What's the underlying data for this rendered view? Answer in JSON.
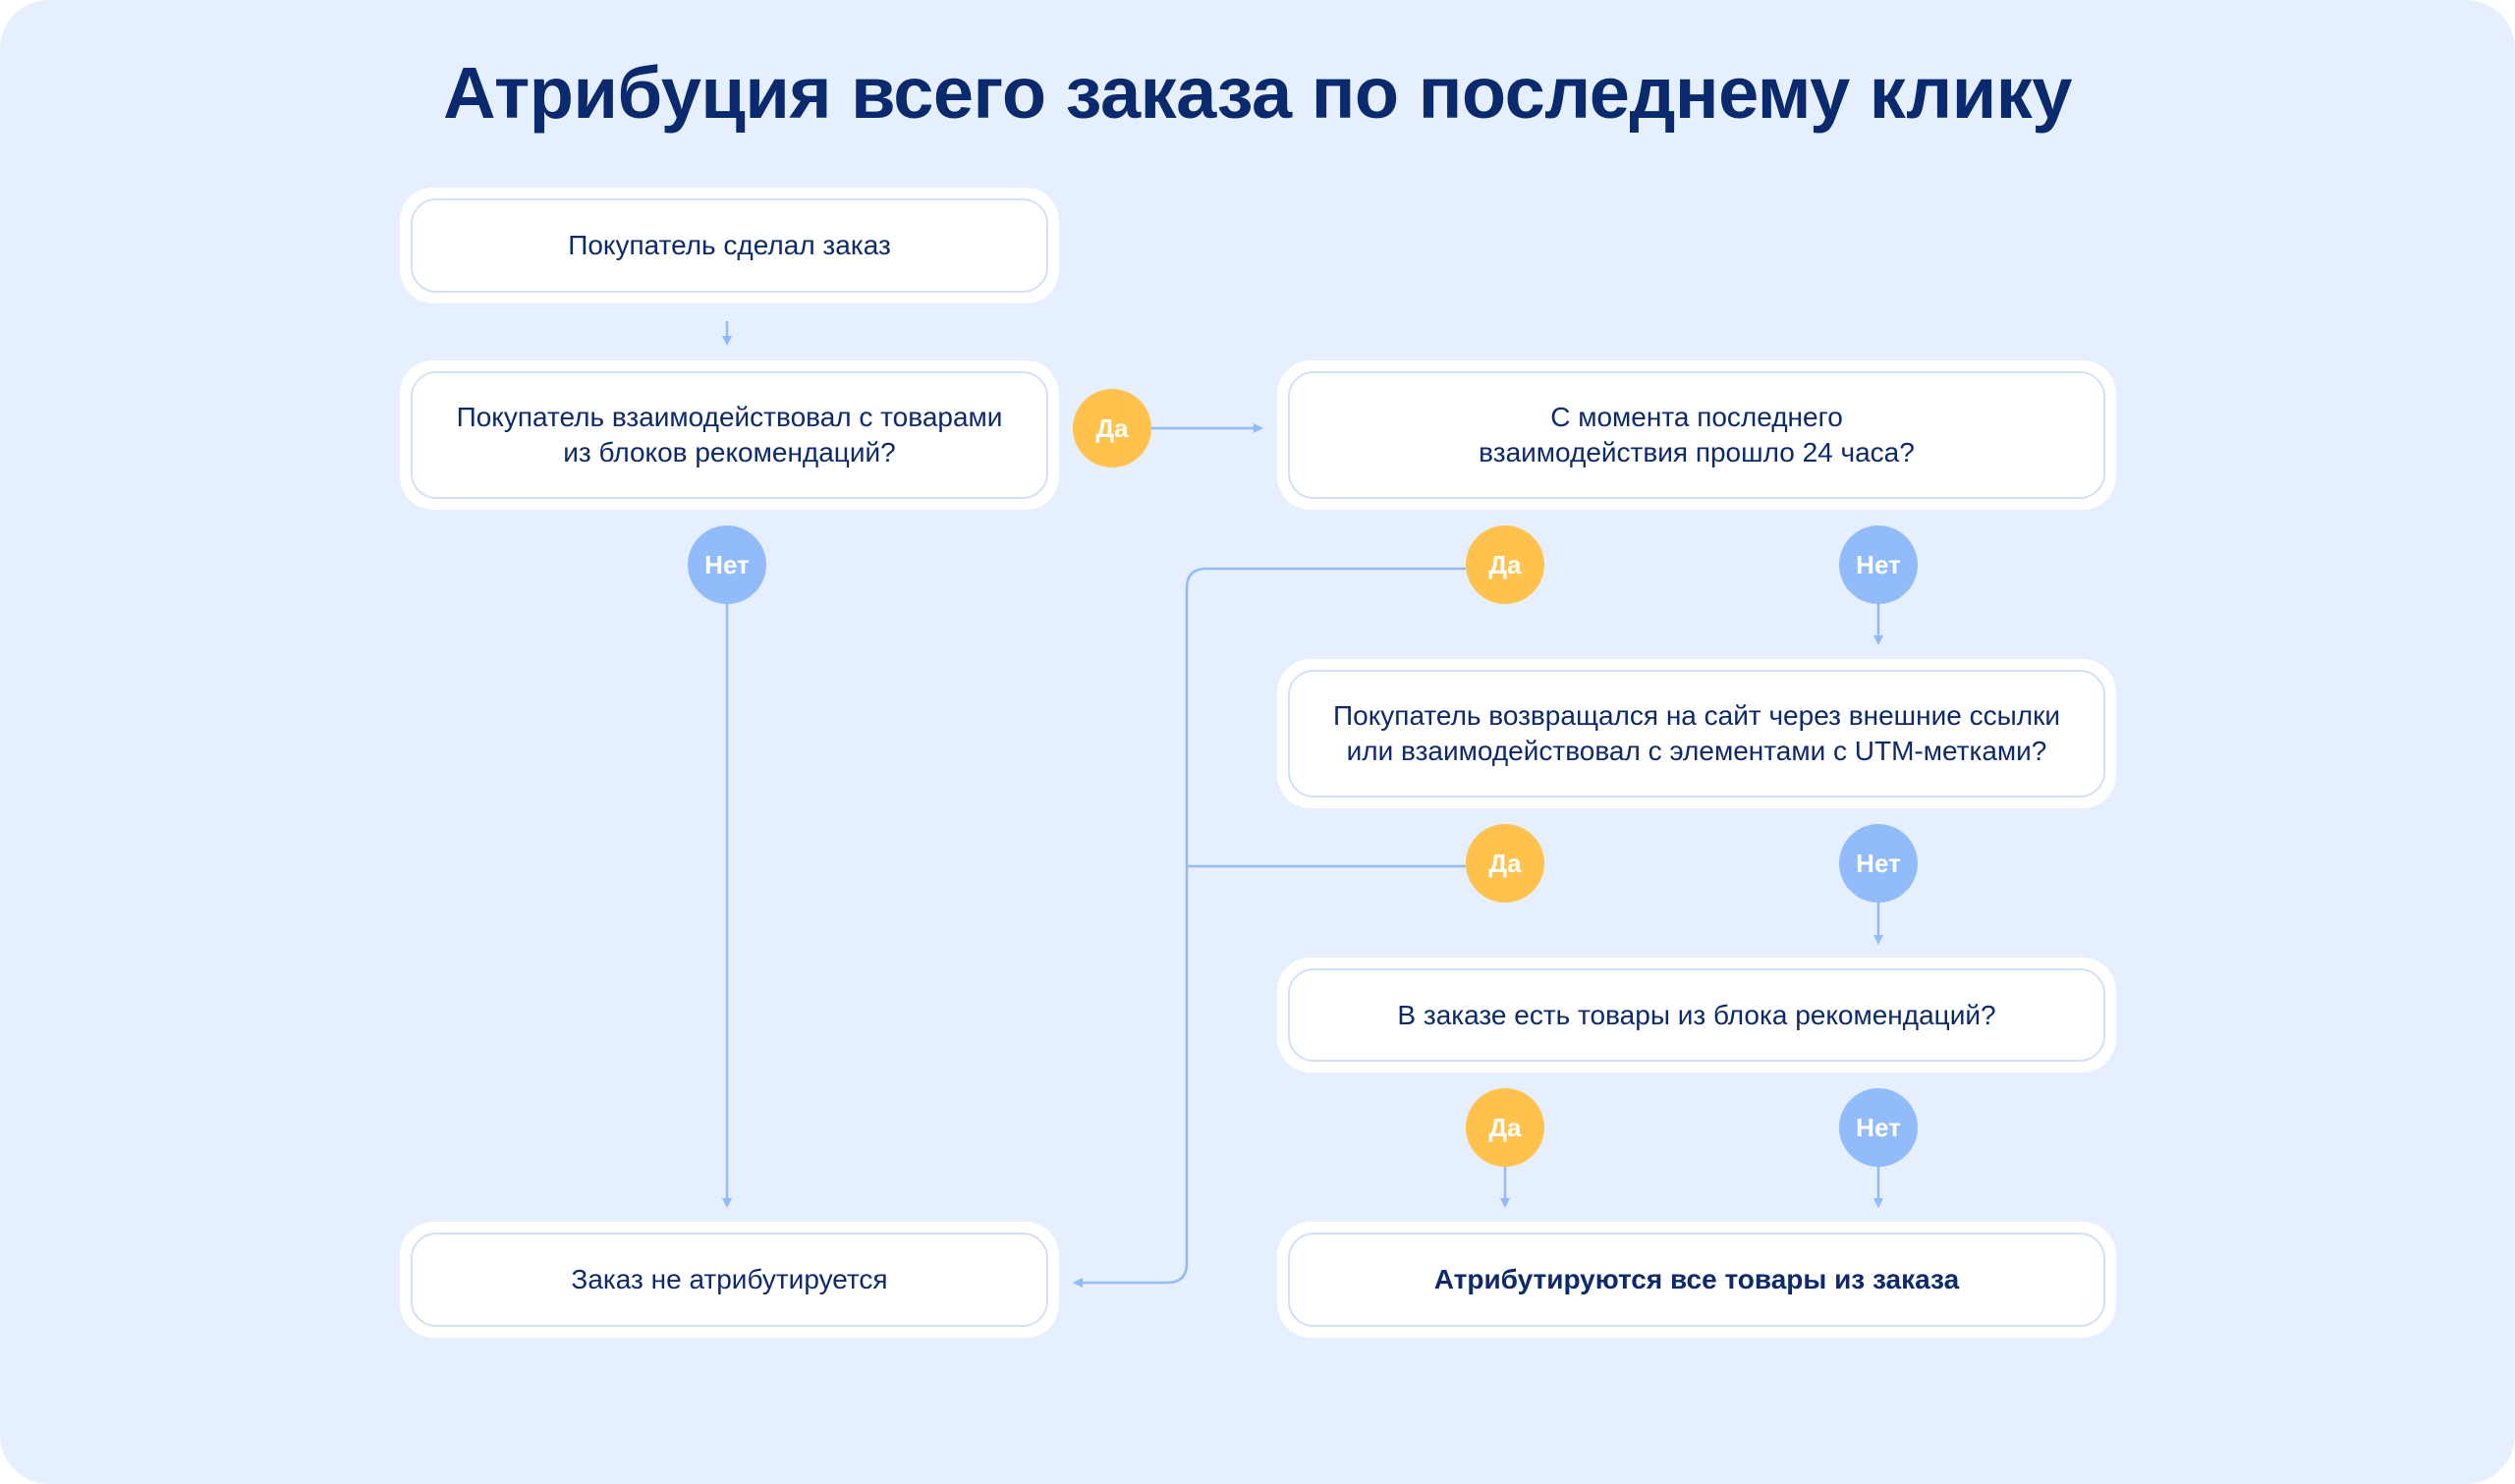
{
  "title": "Атрибуция всего заказа по последнему клику",
  "nodes": {
    "order_placed": "Покупатель сделал заказ",
    "interacted_reco": "Покупатель взаимодействовал с товарами из блоков рекомендаций?",
    "hours_passed": "С момента последнего взаимодействия прошло 24 часа?",
    "returned_external": "Покупатель возвращался на сайт через внешние ссылки или взаимодействовал с элементами с UTM-метками?",
    "order_has_reco": "В заказе есть товары из блока рекомендаций?",
    "not_attributed": "Заказ не атрибутируется",
    "all_attributed": "Атрибутируются все товары из заказа"
  },
  "labels": {
    "yes": "Да",
    "no": "Нет"
  },
  "colors": {
    "yes": "#ffc24d",
    "no": "#92bbfa",
    "line": "#92bbfa",
    "text": "#0d2a6b",
    "background": "#e6effd"
  }
}
